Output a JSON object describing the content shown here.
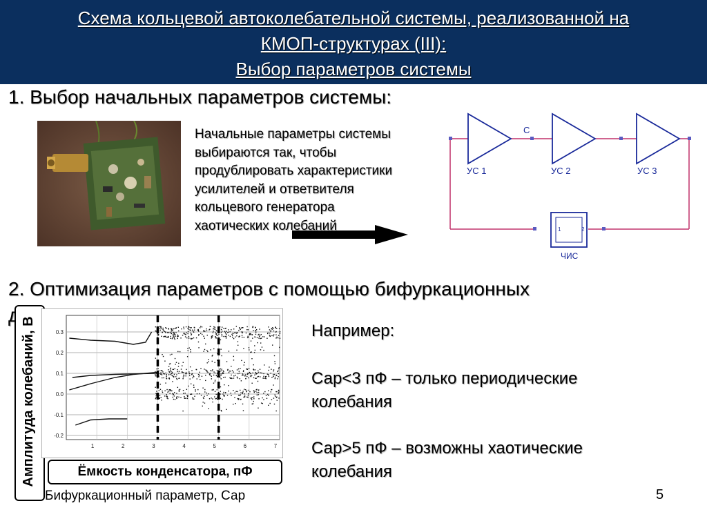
{
  "header": {
    "title_line1": "Схема кольцевой автоколебательной системы, реализованной на",
    "title_line2": "КМОП-структурах (III):",
    "title_line3": "Выбор параметров системы",
    "bg_color": "#0b2f5e"
  },
  "section1": {
    "heading": "1. Выбор начальных параметров системы:",
    "paragraph_lines": [
      "Начальные параметры системы",
      "выбираются так, чтобы",
      "продублировать характеристики",
      "усилителей и ответвителя",
      "кольцевого генератора",
      "хаотических колебаний"
    ],
    "photo_icon": "circuit-board-photo",
    "arrow_icon": "right-arrow-icon"
  },
  "circuit": {
    "amp1": "УС 1",
    "amp2": "УС 2",
    "amp3": "УС 3",
    "capacitor": "C",
    "block": "ЧИС",
    "pin1": "1",
    "pin2": "2",
    "wire_color": "#c0306a"
  },
  "section2": {
    "heading_line1": "2. Оптимизация параметров с помощью бифуркационных",
    "heading_line2": "диаграмм:"
  },
  "chart_data": {
    "type": "scatter",
    "title": "",
    "xlabel": "Ёмкость конденсатора, пФ",
    "ylabel": "Амплитуда колебаний, В",
    "caption": "Бифуркационный параметр, Сар",
    "xlim": [
      0,
      7
    ],
    "ylim": [
      -0.22,
      0.38
    ],
    "x_ticks": [
      "1",
      "2",
      "3",
      "4",
      "5",
      "6",
      "7"
    ],
    "y_ticks": [
      "0.3",
      "0.2",
      "0.1",
      "0.0",
      "-0.1",
      "-0.2"
    ],
    "grid": true,
    "vlines_dashed": [
      3,
      5
    ],
    "periodic_branches": [
      {
        "name": "",
        "x": [
          0.1,
          0.8,
          1.6,
          2.2,
          2.6,
          2.8
        ],
        "y": [
          0.27,
          0.26,
          0.255,
          0.24,
          0.25,
          0.3
        ]
      },
      {
        "name": "",
        "x": [
          0.1,
          0.8,
          1.6,
          2.2,
          2.6,
          3.0
        ],
        "y": [
          0.02,
          0.05,
          0.08,
          0.095,
          0.1,
          0.105
        ]
      },
      {
        "name": "",
        "x": [
          0.3,
          0.8,
          1.4,
          2.0
        ],
        "y": [
          -0.15,
          -0.125,
          -0.12,
          -0.12
        ]
      },
      {
        "name": "",
        "x": [
          0.2,
          0.8,
          1.6,
          2.4,
          2.9
        ],
        "y": [
          0.08,
          0.09,
          0.095,
          0.098,
          0.1
        ]
      }
    ],
    "chaotic_region": {
      "x_range": [
        2.9,
        7.0
      ],
      "y_range": [
        -0.08,
        0.33
      ]
    }
  },
  "examples": {
    "intro": "Например:",
    "case1_line1": "Сар<3 пФ – только периодические",
    "case1_line2": "колебания",
    "case2_line1": "Сар>5 пФ – возможны хаотические",
    "case2_line2": "колебания"
  },
  "page_number": "5"
}
